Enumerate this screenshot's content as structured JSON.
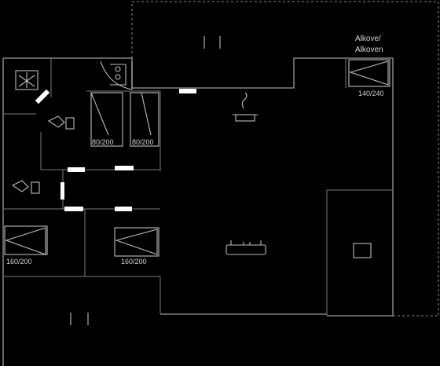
{
  "plan": {
    "alcove_label_line1": "Alkove/",
    "alcove_label_line2": "Alkoven",
    "beds": [
      {
        "id": "bed-alcove",
        "label": "140/240"
      },
      {
        "id": "bed-upper-left",
        "label": "80/200"
      },
      {
        "id": "bed-upper-right",
        "label": "80/200"
      },
      {
        "id": "bed-lower-left",
        "label": "160/200"
      },
      {
        "id": "bed-lower-right",
        "label": "160/200"
      }
    ]
  },
  "icons": {
    "stove": "stove-icon",
    "sofa": "sofa-icon",
    "toilet": "toilet-icon",
    "washbasin": "washbasin-icon",
    "shower": "shower-icon",
    "table": "table-icon"
  },
  "colors": {
    "background": "#000000",
    "wall": "#9a9a9a",
    "window": "#ffffff"
  }
}
